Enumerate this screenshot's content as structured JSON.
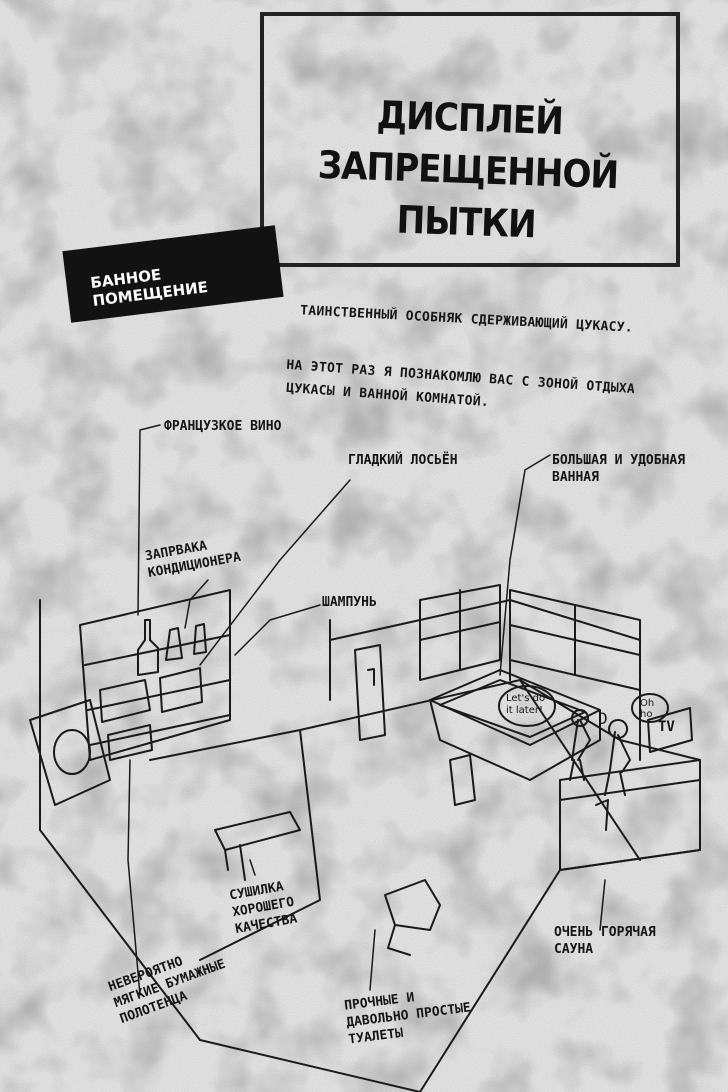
{
  "title": "ДИСПЛЕЙ ЗАПРЕЩЕННОЙ ПЫТКИ",
  "title_line1": "ДИСПЛЕЙ ЗАПРЕЩЕННОЙ",
  "title_line2": "ПЫТКИ",
  "section_tag": "БАННОЕ ПОМЕЩЕНИЕ",
  "intro": {
    "line1": "ТАИНСТВЕННЫЙ ОСОБНЯК СДЕРЖИВАЮЩИЙ ЦУКАСУ.",
    "line2": "НА ЭТОТ РАЗ Я ПОЗНАКОМЛЮ ВАС С ЗОНОЙ ОТДЫХА",
    "line3": "ЦУКАСЫ И ВАННОЙ КОМНАТОЙ."
  },
  "labels": {
    "wine": "ФРАНЦУЗКОЕ ВИНО",
    "lotion": "ГЛАДКИЙ ЛОСЬЁН",
    "bath": "БОЛЬШАЯ И УДОБНАЯ\nВАННАЯ",
    "conditioner": "ЗАПРВАКА\nКОНДИЦИОНЕРА",
    "shampoo": "ШАМПУНЬ",
    "dryer": "СУШИЛКА\nХОРОШЕГО\nКАЧЕСТВА",
    "sauna": "ОЧЕНЬ ГОРЯЧАЯ\nСАУНА",
    "towels": "НЕВЕРОЯТНО\nМЯГКИЕ БУМАЖНЫЕ\nПОЛОТЕНЦА",
    "toilets": "ПРОЧНЫЕ И\nДАВОЛЬНО ПРОСТЫЕ\nТУАЛЕТЫ"
  },
  "bubbles": {
    "bubble1": "Let's do\nit later!",
    "bubble2": "Oh\nho",
    "tv": "TV",
    "door_letter": "D"
  }
}
